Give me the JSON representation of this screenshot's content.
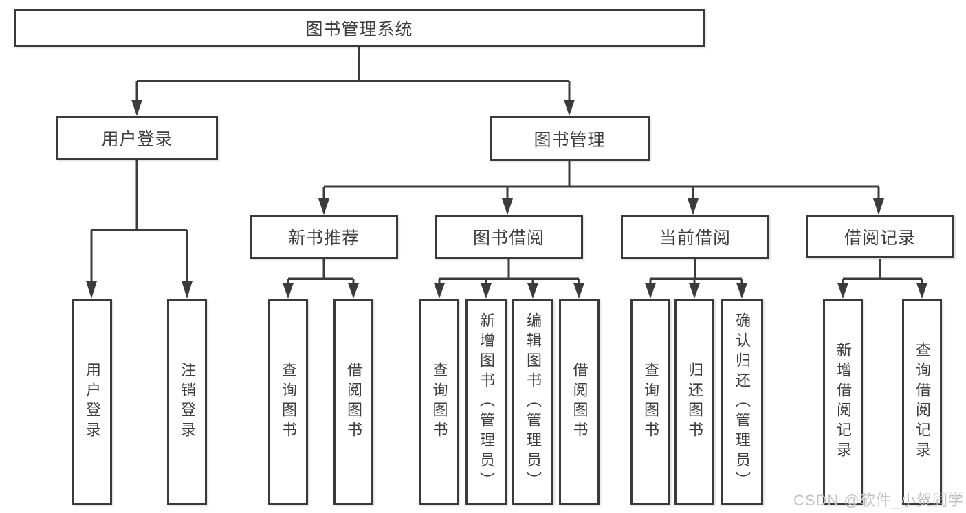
{
  "diagram": {
    "root": {
      "label": "图书管理系统"
    },
    "branches": [
      {
        "label": "用户登录",
        "children": [
          {
            "label": "用户登录"
          },
          {
            "label": "注销登录"
          }
        ]
      },
      {
        "label": "图书管理",
        "sections": [
          {
            "label": "新书推荐",
            "children": [
              {
                "label": "查询图书"
              },
              {
                "label": "借阅图书"
              }
            ]
          },
          {
            "label": "图书借阅",
            "children": [
              {
                "label": "查询图书"
              },
              {
                "label": "新增图书（管理员）"
              },
              {
                "label": "编辑图书（管理员）"
              },
              {
                "label": "借阅图书"
              }
            ]
          },
          {
            "label": "当前借阅",
            "children": [
              {
                "label": "查询图书"
              },
              {
                "label": "归还图书"
              },
              {
                "label": "确认归还（管理员）"
              }
            ]
          },
          {
            "label": "借阅记录",
            "children": [
              {
                "label": "新增借阅记录"
              },
              {
                "label": "查询借阅记录"
              }
            ]
          }
        ]
      }
    ]
  },
  "watermark": {
    "text": "CSDN @软件_小贺同学"
  },
  "colors": {
    "background": "#ffffff",
    "border": "#3a3a3a",
    "line": "#3b3b3b",
    "text": "#3d3d3d",
    "watermark": "#c8c1c1"
  }
}
